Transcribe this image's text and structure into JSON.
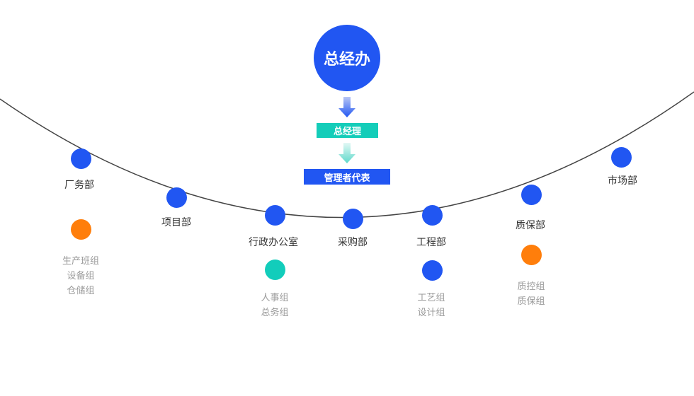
{
  "colors": {
    "primary_blue": "#2156f2",
    "teal": "#14cdb9",
    "orange": "#ff7e0b",
    "line": "#444444",
    "dept_text": "#333333",
    "sub_text": "#9a9a9a"
  },
  "top": {
    "head": "总经办",
    "general_manager": "总经理",
    "management_rep": "管理者代表"
  },
  "departments": [
    {
      "name": "厂务部",
      "subgroup_color": "orange",
      "subgroups": [
        "生产班组",
        "设备组",
        "仓储组"
      ]
    },
    {
      "name": "项目部",
      "subgroup_color": null,
      "subgroups": []
    },
    {
      "name": "行政办公室",
      "subgroup_color": "teal",
      "subgroups": [
        "人事组",
        "总务组"
      ]
    },
    {
      "name": "采购部",
      "subgroup_color": null,
      "subgroups": []
    },
    {
      "name": "工程部",
      "subgroup_color": "blue",
      "subgroups": [
        "工艺组",
        "设计组"
      ]
    },
    {
      "name": "质保部",
      "subgroup_color": "orange",
      "subgroups": [
        "质控组",
        "质保组"
      ]
    },
    {
      "name": "市场部",
      "subgroup_color": null,
      "subgroups": []
    }
  ]
}
